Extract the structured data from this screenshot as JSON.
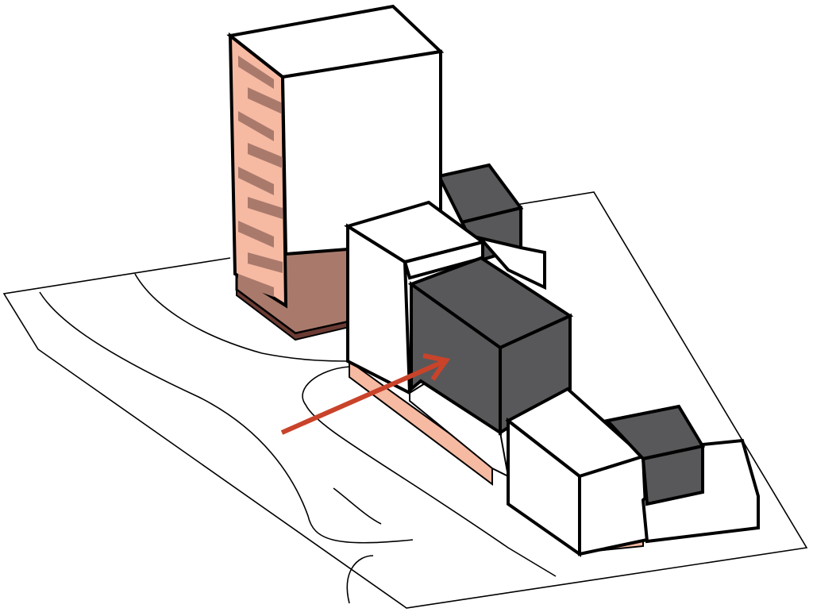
{
  "diagram": {
    "type": "axonometric massing diagram",
    "colors": {
      "outline": "#000000",
      "massing_white": "#ffffff",
      "existing_dark": "#58585a",
      "facade_pink": "#f6b9a2",
      "podium_brown": "#a97a6c",
      "arrow": "#c9432a"
    },
    "elements": [
      "site-boundary",
      "road-curves",
      "tower",
      "tower-podium",
      "new-building-block",
      "dark-volumes",
      "entry-arrow"
    ]
  }
}
